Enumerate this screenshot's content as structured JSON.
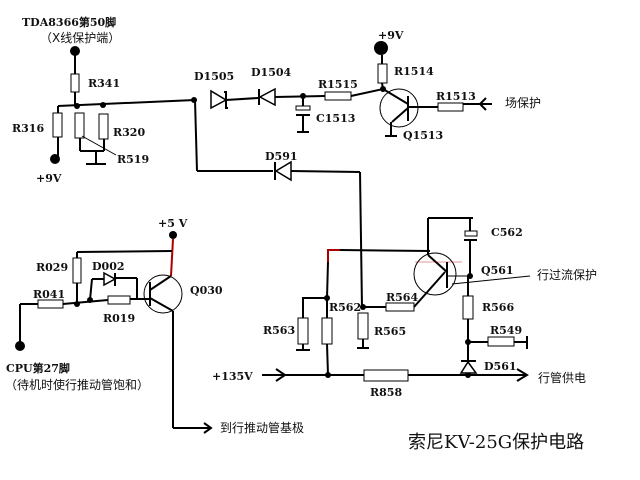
{
  "title": "索尼KV-25G保护电路",
  "nodes": {
    "tda_pin": "TDA8366第50脚",
    "tda_note": "（X线保护端）",
    "plus9v_left": "+9V",
    "plus9v_top": "+9V",
    "plus5v": "+5 V",
    "cpu_pin": "CPU第27脚",
    "cpu_note": "（待机时使行推动管饱和）",
    "plus135v": "+135V",
    "field_protect": "场保护",
    "h_overcurrent": "行过流保护",
    "h_supply": "行管供电",
    "to_driver_base": "到行推动管基极"
  },
  "components": {
    "R341": "R341",
    "R316": "R316",
    "R320": "R320",
    "R519": "R519",
    "D1505": "D1505",
    "D1504": "D1504",
    "R1515": "R1515",
    "C1513": "C1513",
    "R1514": "R1514",
    "R1513": "R1513",
    "Q1513": "Q1513",
    "D591": "D591",
    "R029": "R029",
    "D002": "D002",
    "R041": "R041",
    "R019": "R019",
    "Q030": "Q030",
    "C562": "C562",
    "Q561": "Q561",
    "R564": "R564",
    "R562": "R562",
    "R563": "R563",
    "R565": "R565",
    "R566": "R566",
    "R549": "R549",
    "D561": "D561",
    "R858": "R858"
  }
}
